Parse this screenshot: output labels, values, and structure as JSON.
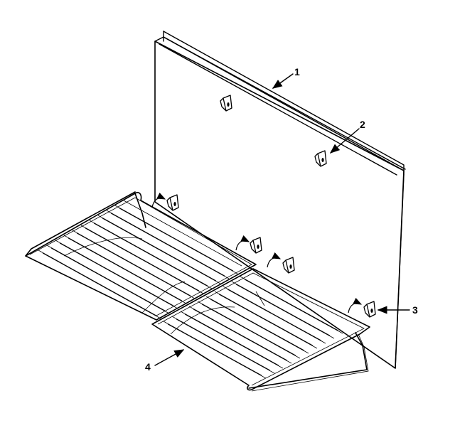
{
  "callouts": [
    {
      "id": "panel",
      "label": "1"
    },
    {
      "id": "clip",
      "label": "2"
    },
    {
      "id": "clip-right",
      "label": "3"
    },
    {
      "id": "shelf",
      "label": "4"
    }
  ]
}
